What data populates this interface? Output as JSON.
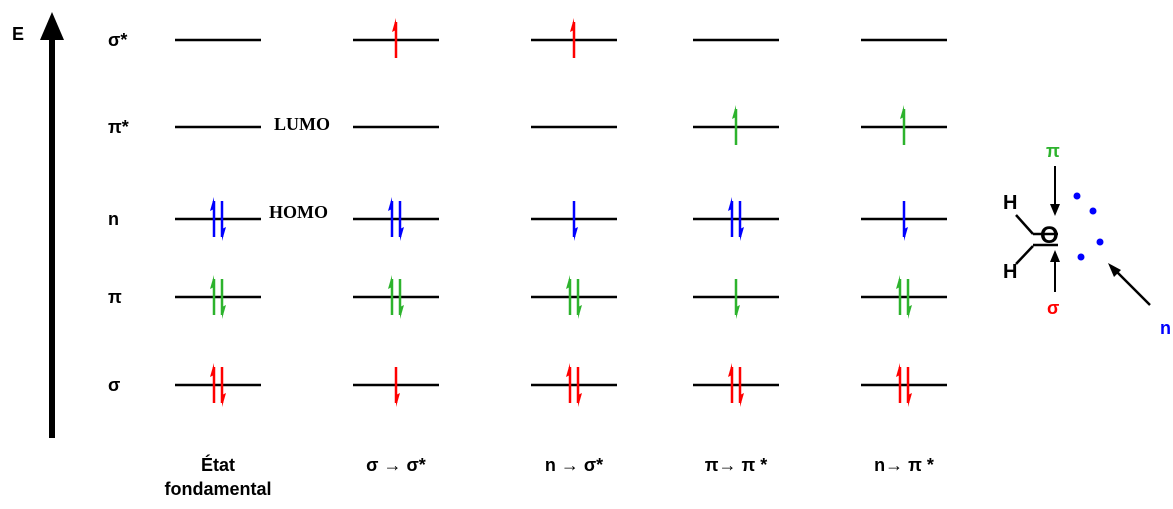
{
  "axis": {
    "label": "E"
  },
  "levels": [
    "σ*",
    "π*",
    "n",
    "π",
    "σ"
  ],
  "frontier": {
    "lumo": "LUMO",
    "homo": "HOMO"
  },
  "columns": [
    {
      "label": [
        "État",
        "fondamental"
      ],
      "electrons": {
        "σ*": "",
        "π*": "",
        "n": "pair",
        "π": "pair",
        "σ": "pair"
      }
    },
    {
      "label": [
        "σ → σ*"
      ],
      "electrons": {
        "σ*": "up",
        "π*": "",
        "n": "pair",
        "π": "pair",
        "σ": "down"
      }
    },
    {
      "label": [
        "n → σ*"
      ],
      "electrons": {
        "σ*": "up",
        "π*": "",
        "n": "down",
        "π": "pair",
        "σ": "pair"
      }
    },
    {
      "label": [
        "π→ π *"
      ],
      "electrons": {
        "σ*": "",
        "π*": "up",
        "n": "pair",
        "π": "down",
        "σ": "pair"
      }
    },
    {
      "label": [
        "n→ π *"
      ],
      "electrons": {
        "σ*": "",
        "π*": "up",
        "n": "down",
        "π": "pair",
        "σ": "pair"
      }
    }
  ],
  "colors": {
    "σ": "#ff0000",
    "σ*": "#ff0000",
    "π": "#2db32d",
    "π*": "#2db32d",
    "n": "#0000ff",
    "line": "#000000"
  },
  "molecule": {
    "atoms": {
      "h_top": "H",
      "h_bottom": "H",
      "oxygen": "O"
    },
    "labels": {
      "pi": "π",
      "sigma": "σ",
      "n": "n"
    }
  }
}
